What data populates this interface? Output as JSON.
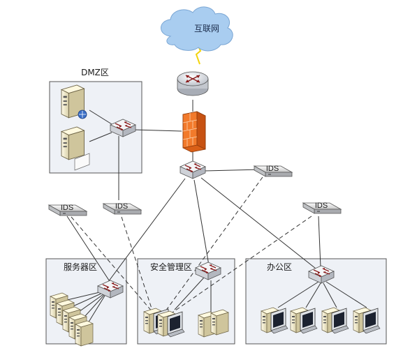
{
  "internet": {
    "label": "互联网"
  },
  "zones": {
    "dmz": {
      "label": "DMZ区"
    },
    "server": {
      "label": "服务器区"
    },
    "security": {
      "label": "安全管理区"
    },
    "office": {
      "label": "办公区"
    }
  },
  "ids_labels": [
    "IDS",
    "IDS",
    "IDS",
    "IDS"
  ],
  "colors": {
    "zone_fill": "#eef1f6",
    "zone_border": "#555555",
    "cloud": "#a9cdf0",
    "firewall": "#f27a2b",
    "line": "#333333"
  },
  "icons": [
    "cloud-icon",
    "router-icon",
    "firewall-icon",
    "switch-icon",
    "ids-sensor-icon",
    "server-icon",
    "workstation-icon"
  ]
}
